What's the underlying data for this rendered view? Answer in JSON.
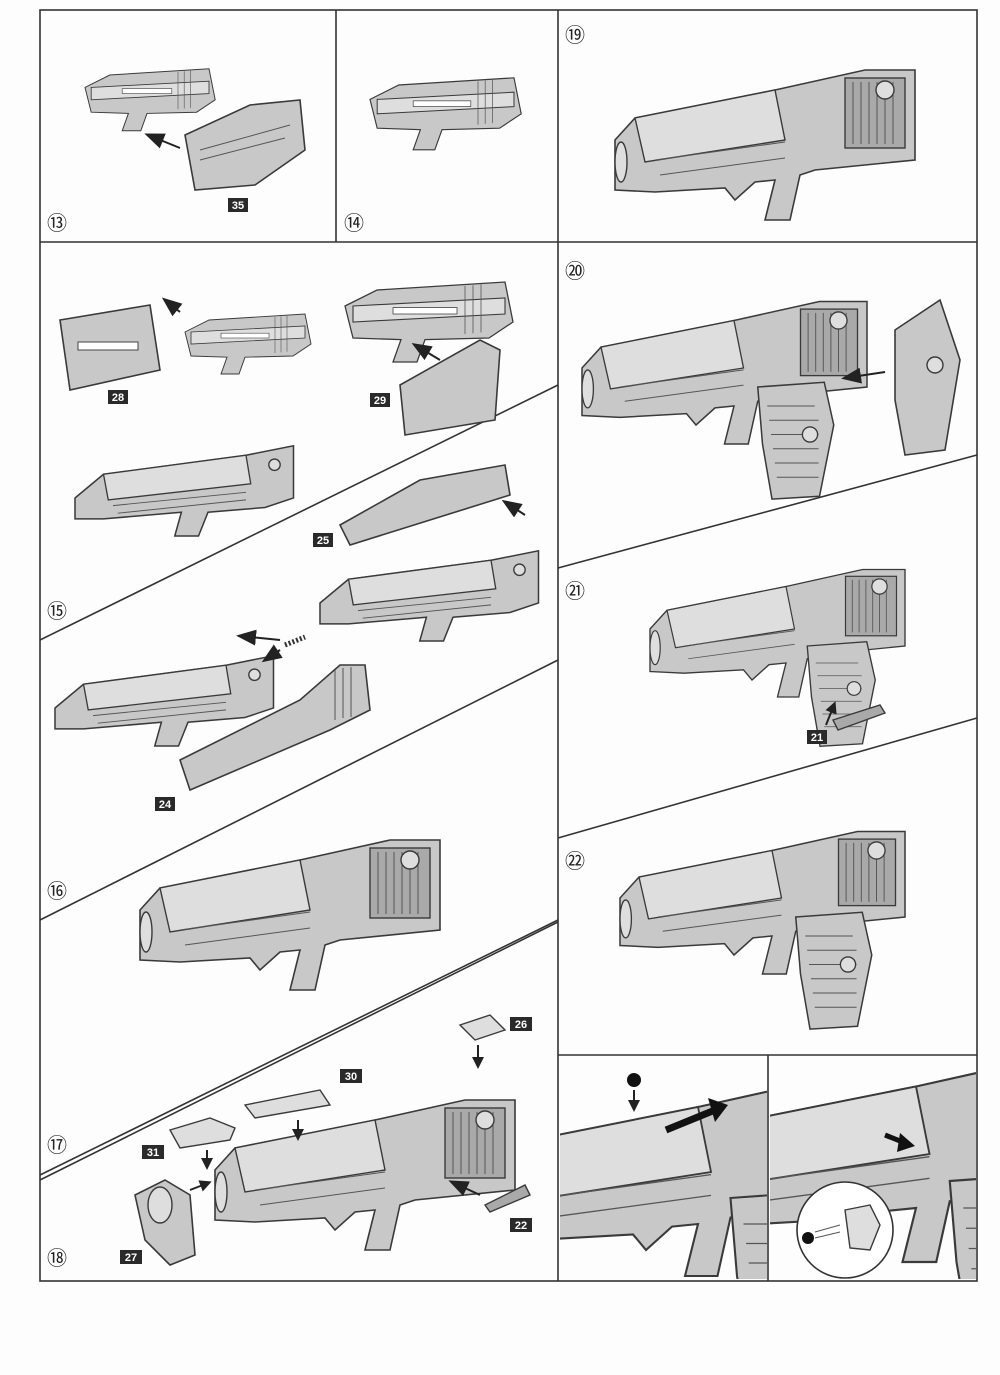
{
  "steps": {
    "s13": "⑬",
    "s14": "⑭",
    "s15": "⑮",
    "s16": "⑯",
    "s17": "⑰",
    "s18": "⑱",
    "s19": "⑲",
    "s20": "⑳",
    "s21": "㉑",
    "s22": "㉒"
  },
  "parts": {
    "p35": "35",
    "p28": "28",
    "p29": "29",
    "p25": "25",
    "p24": "24",
    "p26": "26",
    "p30": "30",
    "p31": "31",
    "p27": "27",
    "p22": "22",
    "p21": "21"
  },
  "colors": {
    "line": "#333333",
    "part_fill": "#c8c8c8",
    "tag": "#2a2a2a"
  }
}
